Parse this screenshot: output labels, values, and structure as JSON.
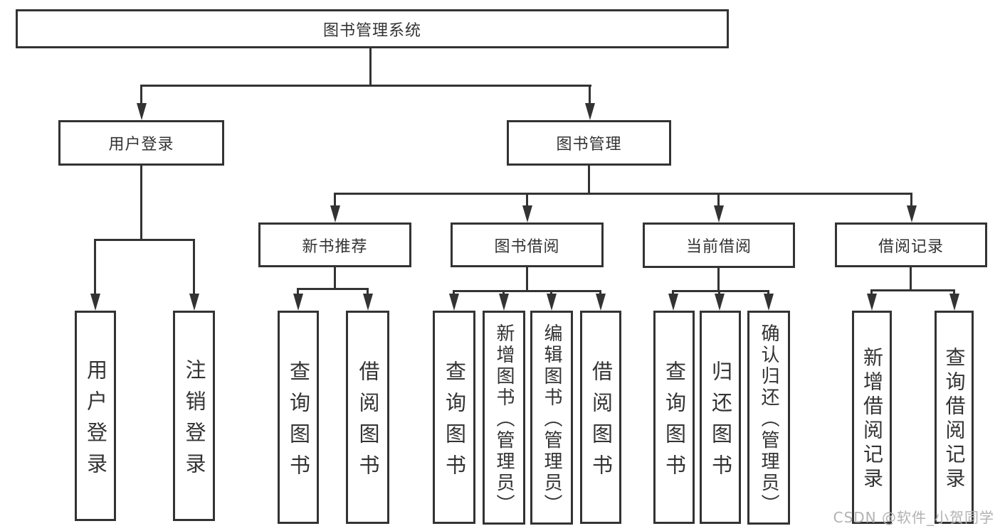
{
  "diagram": {
    "title": "图书管理系统",
    "watermark": "CSDN @软件_小贺同学",
    "colors": {
      "line": "#333333",
      "text": "#333333",
      "background": "#ffffff",
      "watermark": "#b2b2b2"
    },
    "nodes": {
      "root": {
        "label": "图书管理系统"
      },
      "user_login": {
        "label": "用户登录"
      },
      "book_mgmt": {
        "label": "图书管理"
      },
      "login": {
        "label": "用户登录"
      },
      "logout": {
        "label": "注销登录"
      },
      "new_book_rec": {
        "label": "新书推荐"
      },
      "book_borrow": {
        "label": "图书借阅"
      },
      "current_borrow": {
        "label": "当前借阅"
      },
      "borrow_record": {
        "label": "借阅记录"
      },
      "rec_query": {
        "label": "查询图书"
      },
      "rec_borrow": {
        "label": "借阅图书"
      },
      "bb_query": {
        "label": "查询图书"
      },
      "bb_add": {
        "label": "新增图书（管理员）"
      },
      "bb_edit": {
        "label": "编辑图书（管理员）"
      },
      "bb_borrow": {
        "label": "借阅图书"
      },
      "cb_query": {
        "label": "查询图书"
      },
      "cb_return": {
        "label": "归还图书"
      },
      "cb_confirm": {
        "label": "确认归还（管理员）"
      },
      "br_add": {
        "label": "新增借阅记录"
      },
      "br_query": {
        "label": "查询借阅记录"
      }
    }
  }
}
